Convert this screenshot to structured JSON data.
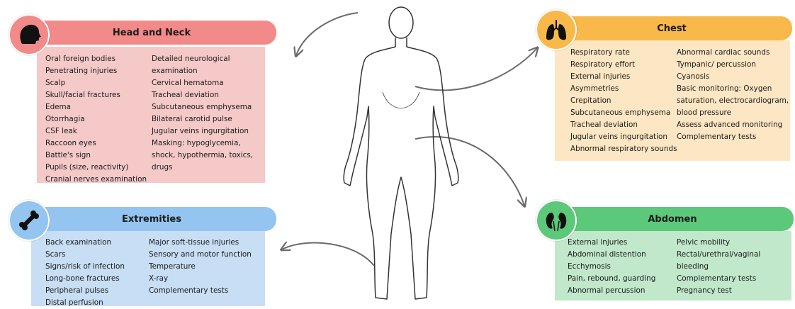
{
  "panels": {
    "head_neck": {
      "title": "Head and Neck",
      "icon": "head-silhouette-icon",
      "color": "#f08080",
      "left_items": [
        "Oral foreign bodies",
        "Penetrating injuries",
        "Scalp",
        "Skull/facial fractures",
        "Edema",
        "Otorrhagia",
        "CSF leak",
        "Raccoon eyes",
        "Battle's sign",
        "Pupils (size, reactivity)",
        "Cranial nerves examination"
      ],
      "right_items": [
        "Detailed neurological",
        "examination",
        "Cervical hematoma",
        "Tracheal deviation",
        "Subcutaneous emphysema",
        "Bilateral carotid pulse",
        "Jugular veins ingurgitation",
        "Masking: hypoglycemia,",
        "shock,  hypothermia, toxics,",
        "drugs"
      ]
    },
    "chest": {
      "title": "Chest",
      "icon": "lungs-icon",
      "color": "#f9b94a",
      "left_items": [
        "Respiratory rate",
        "Respiratory effort",
        "External injuries",
        "Asymmetries",
        "Crepitation",
        "Subcutaneous emphysema",
        "Tracheal deviation",
        "Jugular veins ingurgitation",
        "Abnormal respiratory sounds"
      ],
      "right_items": [
        "Abnormal cardiac sounds",
        "Tympanic/ percussion",
        "Cyanosis",
        "Basic monitoring: Oxygen",
        "saturation, electrocardiogram,",
        "blood pressure",
        "Assess advanced monitoring",
        "Complementary tests"
      ]
    },
    "extremities": {
      "title": "Extremities",
      "icon": "bone-icon",
      "color": "#94c5f0",
      "left_items": [
        "Back examination",
        "Scars",
        "Signs/risk of infection",
        "Long-bone fractures",
        "Peripheral pulses",
        "Distal perfusion"
      ],
      "right_items": [
        "Major soft-tissue injuries",
        "Sensory and motor function",
        "Temperature",
        "X-ray",
        "Complementary tests"
      ]
    },
    "abdomen": {
      "title": "Abdomen",
      "icon": "kidneys-icon",
      "color": "#5cc87a",
      "left_items": [
        "External injuries",
        "Abdominal distention",
        "Ecchymosis",
        "Pain, rebound, guarding",
        "Abnormal percussion"
      ],
      "right_items": [
        "Pelvic mobility",
        "Rectal/urethral/vaginal",
        "bleeding",
        "Complementary tests",
        "Pregnancy test"
      ]
    }
  }
}
